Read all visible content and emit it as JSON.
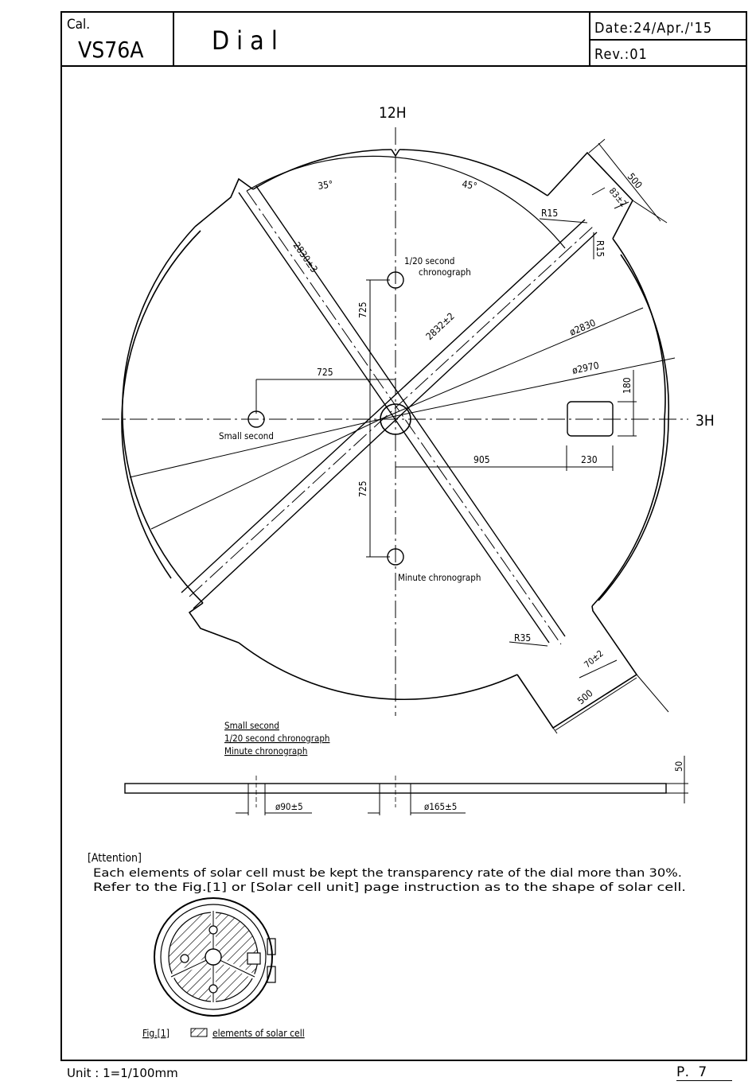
{
  "title_block": {
    "cal_label": "Cal.",
    "cal_value": "VS76A",
    "title": "Dial",
    "date": "Date:24/Apr./'15",
    "rev": "Rev.:01"
  },
  "axis_labels": {
    "top": "12H",
    "right": "3H"
  },
  "dimensions": {
    "angle_left": "35°",
    "angle_right": "45°",
    "diag1": "2830±3",
    "diag2": "2832±2",
    "dia_inner": "ø2830",
    "dia_outer": "ø2970",
    "v_upper": "725",
    "v_lower": "725",
    "h_left": "725",
    "window_h": "180",
    "h_905": "905",
    "h_230": "230",
    "notch_w_top": "500",
    "notch_cut_top": "83±2",
    "r15_a": "R15",
    "r15_b": "R15",
    "r35": "R35",
    "notch_cut_bottom": "70±2",
    "notch_w_bottom": "500"
  },
  "subdials": {
    "top": [
      "1/20 second",
      "chronograph"
    ],
    "left": "Small second",
    "bottom": "Minute chronograph"
  },
  "legend_list": [
    "Small second",
    "1/20 second chronograph",
    "Minute chronograph"
  ],
  "side_view": {
    "thickness": "50",
    "hole_small": "ø90±5",
    "hole_center": "ø165±5"
  },
  "attention": {
    "heading": "[Attention]",
    "line1": "Each elements of solar cell must be kept the transparency rate of the dial more than 30%.",
    "line2": "Refer to the Fig.[1] or [Solar cell unit] page instruction as to the shape of solar cell."
  },
  "figure": {
    "caption_prefix": "Fig.[1]",
    "caption_suffix": "elements of solar cell"
  },
  "footer": {
    "unit": "Unit : 1=1/100mm",
    "page": "P. 7"
  }
}
